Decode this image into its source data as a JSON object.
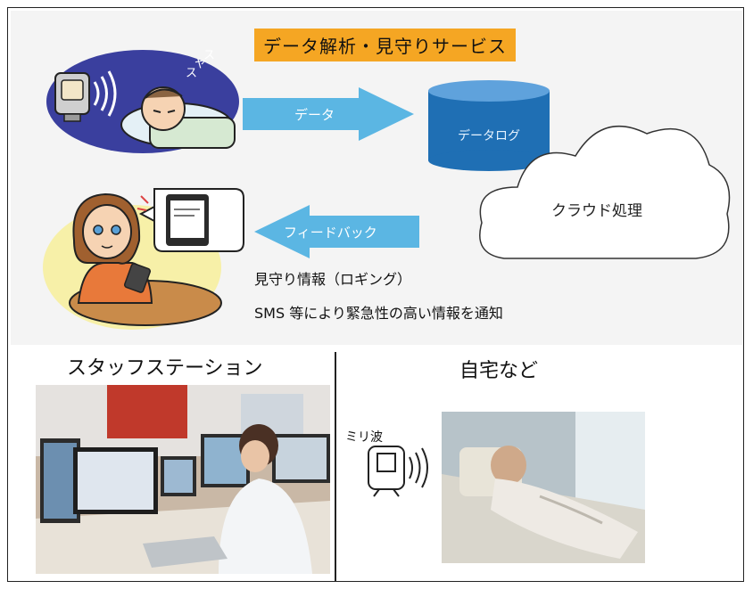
{
  "title": "データ解析・見守りサービス",
  "arrows": {
    "data_label": "データ",
    "feedback_label": "フィードバック"
  },
  "database": {
    "label": "データログ"
  },
  "cloud": {
    "label": "クラウド処理"
  },
  "info_lines": [
    "見守り情報（ロギング）",
    "SMS 等により緊急性の高い情報を通知"
  ],
  "sections": {
    "left": "スタッフステーション",
    "right": "自宅など"
  },
  "sensor": {
    "wave_label": "ミリ波"
  },
  "colors": {
    "title_bg": "#f5a623",
    "arrow": "#5bb6e3",
    "db": "#1f6fb4",
    "oval_top": "#3a3f9e",
    "oval_bottom": "#f7f0a8"
  }
}
